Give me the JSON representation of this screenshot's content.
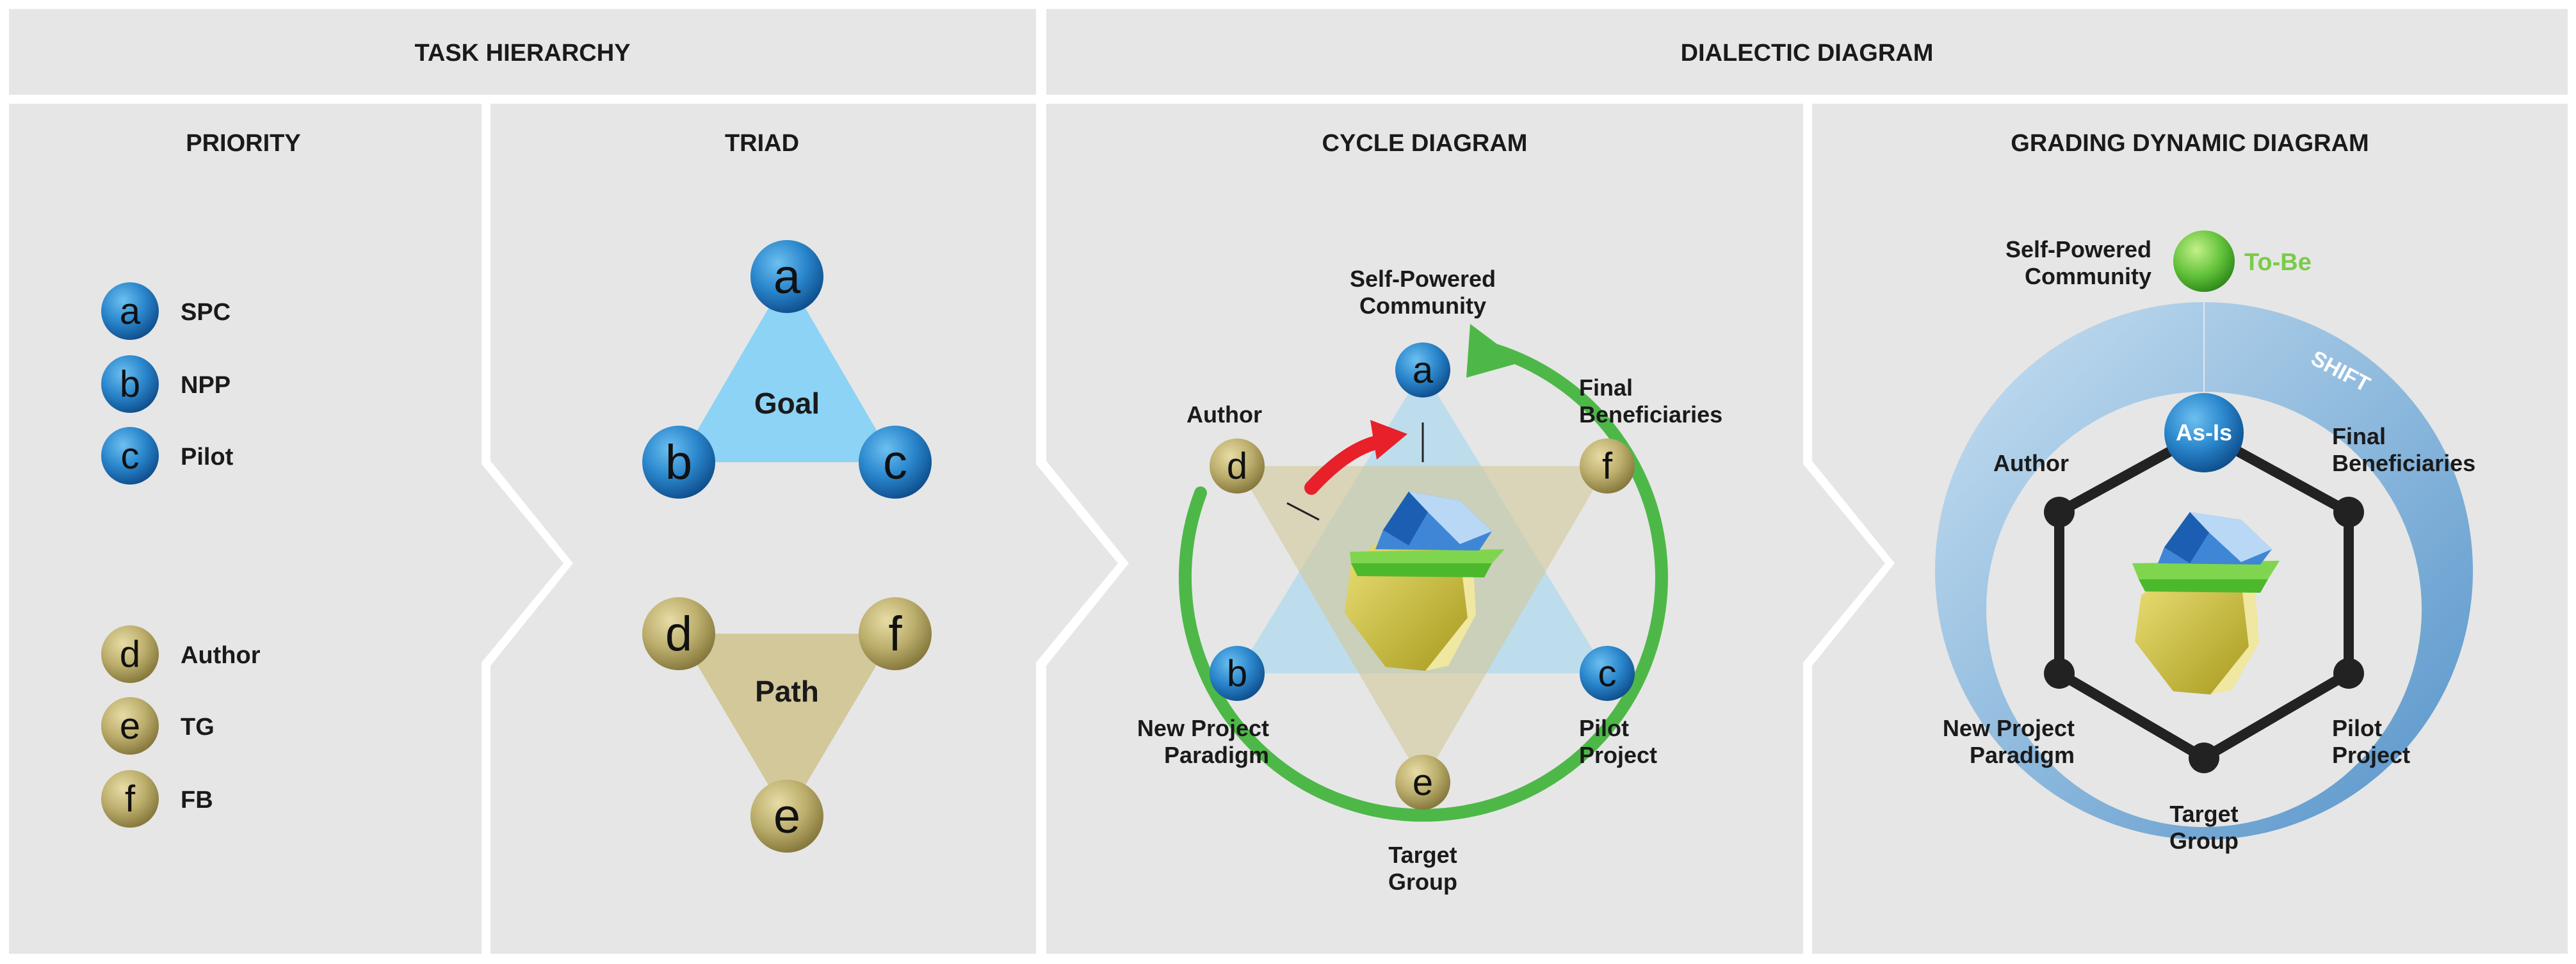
{
  "headers": {
    "task_hierarchy": "TASK HIERARCHY",
    "dialectic_diagram": "DIALECTIC DIAGRAM"
  },
  "panels": {
    "priority": {
      "title": "PRIORITY",
      "items": [
        {
          "letter": "a",
          "label": "SPC",
          "color": "blue"
        },
        {
          "letter": "b",
          "label": "NPP",
          "color": "blue"
        },
        {
          "letter": "c",
          "label": "Pilot",
          "color": "blue"
        },
        {
          "letter": "d",
          "label": "Author",
          "color": "tan"
        },
        {
          "letter": "e",
          "label": "TG",
          "color": "tan"
        },
        {
          "letter": "f",
          "label": "FB",
          "color": "tan"
        }
      ]
    },
    "triad": {
      "title": "TRIAD",
      "goal_label": "Goal",
      "path_label": "Path",
      "goal_nodes": [
        "a",
        "b",
        "c"
      ],
      "path_nodes": [
        "d",
        "f",
        "e"
      ]
    },
    "cycle": {
      "title": "CYCLE DIAGRAM",
      "nodes": {
        "a": "a",
        "b": "b",
        "c": "c",
        "d": "d",
        "e": "e",
        "f": "f"
      },
      "labels": {
        "top_line1": "Self-Powered",
        "top_line2": "Community",
        "author": "Author",
        "final_line1": "Final",
        "final_line2": "Beneficiaries",
        "npp_line1": "New Project",
        "npp_line2": "Paradigm",
        "pilot_line1": "Pilot",
        "pilot_line2": "Project",
        "target_line1": "Target",
        "target_line2": "Group"
      }
    },
    "grading": {
      "title": "GRADING DYNAMIC DIAGRAM",
      "labels": {
        "spc_line1": "Self-Powered",
        "spc_line2": "Community",
        "to_be": "To-Be",
        "shift": "SHIFT",
        "as_is": "As-Is",
        "author": "Author",
        "final_line1": "Final",
        "final_line2": "Beneficiaries",
        "npp_line1": "New Project",
        "npp_line2": "Paradigm",
        "pilot_line1": "Pilot",
        "pilot_line2": "Project",
        "target_line1": "Target",
        "target_line2": "Group"
      }
    }
  },
  "colors": {
    "panel_bg": "#e6e6e6",
    "blue_node": "#1f78c1",
    "tan_node": "#b8aa6a",
    "goal_triangle": "#8dd3f5",
    "path_triangle": "#d2c89a",
    "green_cycle": "#4db848",
    "red_arrow": "#e8202a",
    "shift_band": "#9ec8e6",
    "to_be_green": "#7acb4a",
    "hexagon": "#222222"
  }
}
